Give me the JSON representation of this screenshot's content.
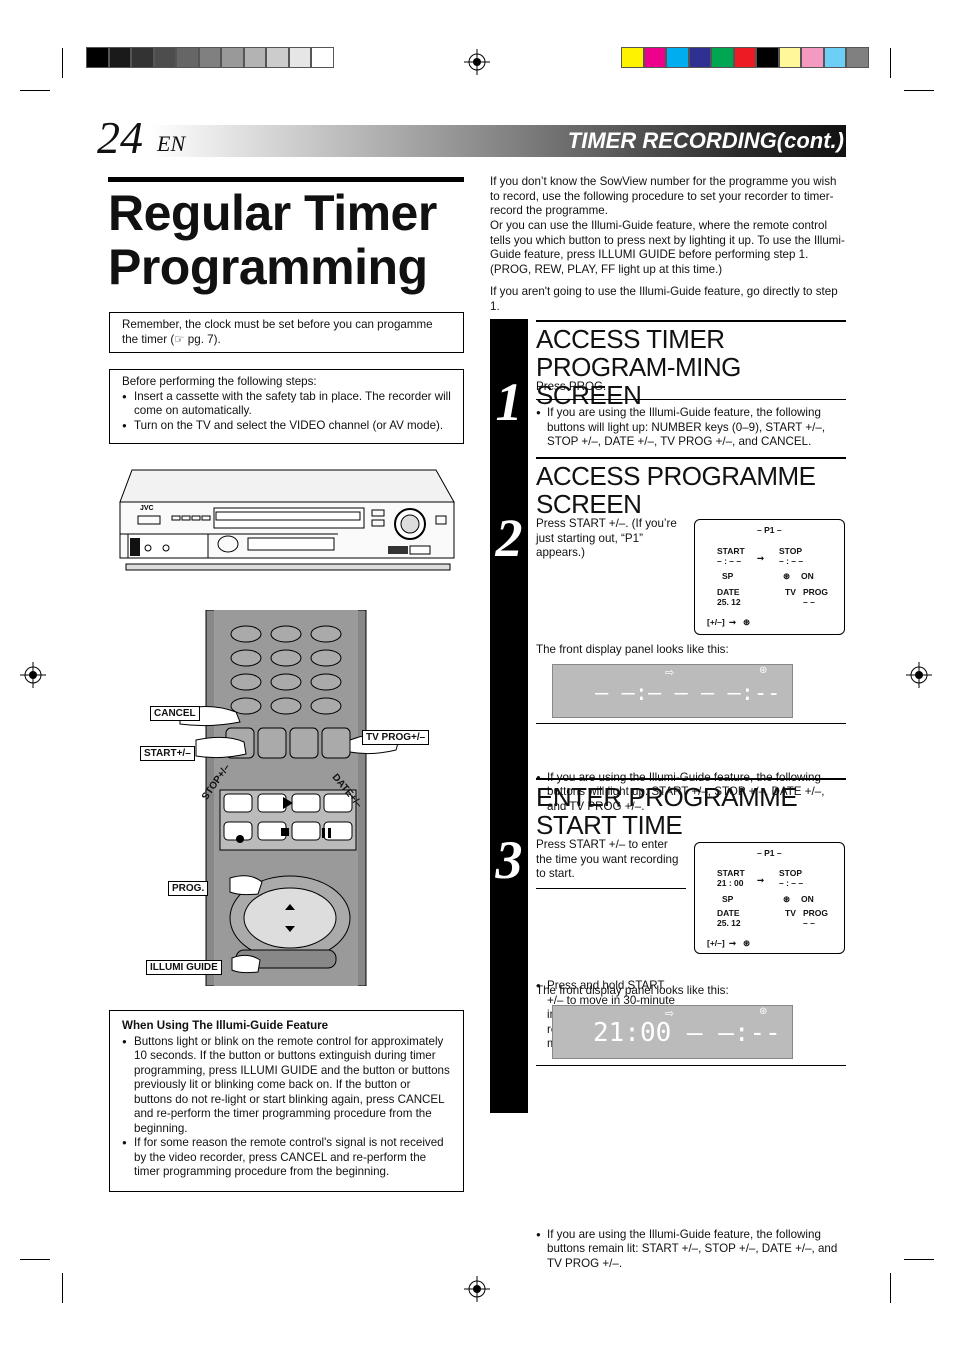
{
  "header": {
    "page_number": "24",
    "lang": "EN",
    "section": "TIMER RECORDING(cont.)"
  },
  "title": "Regular Timer Programming",
  "note_box": {
    "text": "Remember, the clock must be set before you can progamme the timer (☞ pg. 7)."
  },
  "prereq_box": {
    "intro": "Before performing the following steps:",
    "items": [
      "Insert a cassette with the safety tab in place. The recorder will come on automatically.",
      "Turn on the TV and select the VIDEO channel (or AV mode)."
    ]
  },
  "remote_labels": {
    "cancel": "CANCEL",
    "start": "START+/–",
    "tv_prog": "TV PROG+/–",
    "stop": "STOP+/–",
    "date": "DATE+/–",
    "prog": "PROG.",
    "illumi": "ILLUMI GUIDE"
  },
  "vcr_brand": "JVC",
  "illumi_box": {
    "heading": "When Using The Illumi-Guide Feature",
    "items": [
      "Buttons light or blink on the remote control for approximately 10 seconds. If the button or buttons extinguish during timer programming, press ILLUMI GUIDE and the button or buttons previously lit or blinking come back on. If the button or buttons do not re-light or start blinking again, press CANCEL and re-perform the timer programming procedure from the beginning.",
      "If for some reason the remote control's signal is not received by the video recorder, press CANCEL and re-perform the timer programming procedure from the beginning."
    ]
  },
  "intro": {
    "para1": "If you don’t know the SowView number for the programme you wish to record, use the following procedure to set your recorder to timer-record the programme.",
    "para2": "Or you can use the Illumi-Guide feature, where the remote control tells you which button to press next by lighting it up. To use the Illumi-Guide feature, press ILLUMI GUIDE before performing step 1. (PROG, REW, PLAY, FF light up at this time.)",
    "para3": "If you aren't going to use the Illumi-Guide feature, go directly to step 1."
  },
  "steps": [
    {
      "num": "1",
      "heading": "ACCESS TIMER PROGRAM-MING SCREEN",
      "text": "Press PROG.",
      "bullet": "If you are using the Illumi-Guide feature, the following buttons will light up: NUMBER keys (0–9), START +/–, STOP +/–, DATE +/–, TV PROG +/–, and CANCEL."
    },
    {
      "num": "2",
      "heading": "ACCESS PROGRAMME SCREEN",
      "text": "Press START +/–. (If you’re just starting out, “P1” appears.)",
      "panel_caption": "The front display panel looks like this:",
      "panel_digits": "– –:– –  – –:-- --",
      "bullet": "If you are using the Illumi-Guide feature, the following buttons will light up: START +/–, STOP +/–, DATE +/–, and TV PROG +/–."
    },
    {
      "num": "3",
      "heading": "ENTER PROGRAMME START TIME",
      "text": "Press START +/– to enter the time you want recording to start.",
      "bullet1": "Press and hold START +/– to move in 30-minute increments, or press and release repeatedly to move 1 minute at a time.",
      "panel_caption": "The front display panel looks like this:",
      "panel_digits": "21:00  – –:-- --",
      "bullet2": "If you are using the Illumi-Guide feature, the following buttons remain lit: START +/–, STOP +/–, DATE +/–, and TV PROG +/–."
    }
  ],
  "screens": {
    "screen1": {
      "p": "– P1 –",
      "start": "START",
      "start_val": "– : – –",
      "stop": "STOP",
      "stop_val": "– : – –",
      "sp": "SP",
      "on": "ON",
      "date": "DATE",
      "date_val": "25. 12",
      "tv": "TV",
      "prog": "PROG",
      "prog_val": "– –",
      "keys": "[+/–]"
    },
    "screen2": {
      "p": "– P1 –",
      "start": "START",
      "start_val": "21 : 00",
      "stop": "STOP",
      "stop_val": "– : – –",
      "sp": "SP",
      "on": "ON",
      "date": "DATE",
      "date_val": "25. 12",
      "tv": "TV",
      "prog": "PROG",
      "prog_val": "– –",
      "keys": "[+/–]"
    }
  },
  "colors": {
    "gray_swatches": [
      "#000000",
      "#1a1a1a",
      "#333333",
      "#4d4d4d",
      "#666666",
      "#808080",
      "#999999",
      "#b3b3b3",
      "#cccccc",
      "#e6e6e6",
      "#ffffff"
    ],
    "color_swatches": [
      "#fff200",
      "#ec008c",
      "#00aeef",
      "#2e3192",
      "#00a651",
      "#ed1c24",
      "#000000",
      "#fff799",
      "#f49ac1",
      "#6dcff6",
      "#808080"
    ]
  }
}
